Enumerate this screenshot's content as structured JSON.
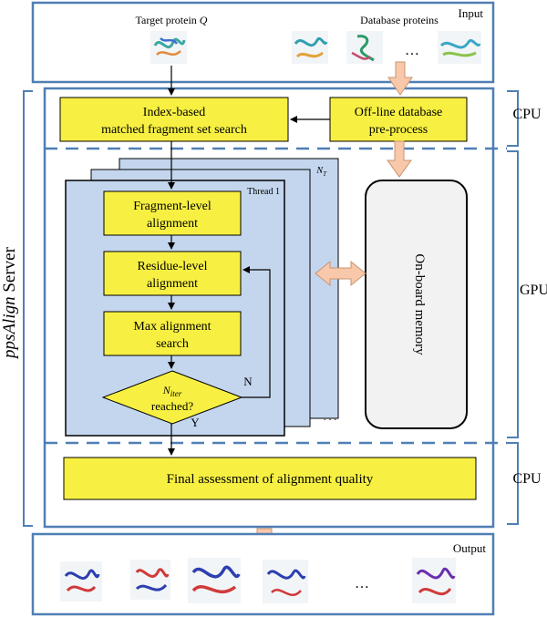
{
  "input": {
    "label": "Input",
    "target_label": "Target protein Q",
    "database_label": "Database proteins",
    "ellipsis": "…"
  },
  "server": {
    "title_italic": "ppsAlign",
    "title_rest": " Server"
  },
  "side_labels": {
    "cpu_top": "CPU",
    "gpu": "GPU",
    "cpu_bottom": "CPU"
  },
  "boxes": {
    "index_search_line1": "Index-based",
    "index_search_line2": "matched fragment set search",
    "offline_line1": "Off-line database",
    "offline_line2": "pre-process",
    "fragment_line1": "Fragment-level",
    "fragment_line2": "alignment",
    "residue_line1": "Residue-level",
    "residue_line2": "alignment",
    "max_line1": "Max alignment",
    "max_line2": "search",
    "decision_var": "N",
    "decision_sub": "iter",
    "decision_line2": "reached?",
    "decision_no": "N",
    "decision_yes": "Y",
    "thread1": "Thread 1",
    "nt_var": "N",
    "nt_sub": "T",
    "thread_dots": "· · ·",
    "onboard_memory": "On-board memory",
    "final": "Final assessment of alignment  quality"
  },
  "output": {
    "label": "Output",
    "ellipsis": "…"
  },
  "colors": {
    "frame_blue": "#4f7fb5",
    "dash_blue": "#4f7fb5",
    "box_yellow": "#f7f042",
    "thread_blue": "#c4d6ee",
    "arrow_peach": "#f9c7a9",
    "arrow_peach_stroke": "#c8956f",
    "memory_fill": "#f2f2f2"
  },
  "icons": {
    "target": "protein-structure-icon",
    "database": [
      "protein-structure-icon",
      "protein-structure-icon",
      "protein-structure-icon"
    ],
    "output": [
      "protein-structure-icon",
      "protein-structure-icon",
      "protein-structure-icon",
      "protein-structure-icon",
      "protein-structure-icon"
    ]
  }
}
